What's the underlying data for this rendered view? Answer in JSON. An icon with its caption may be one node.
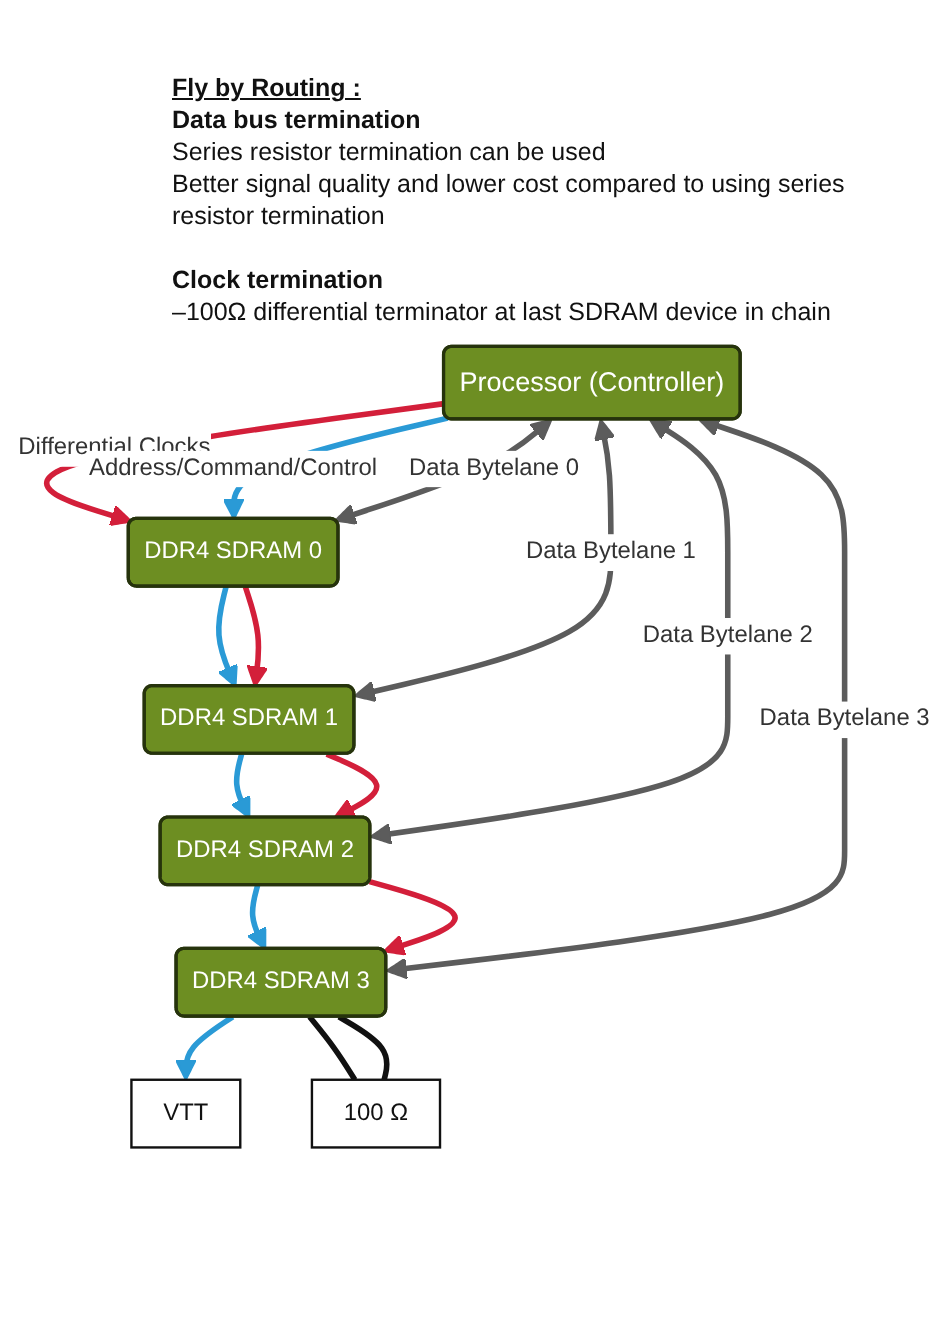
{
  "diagram": {
    "title": "Fly by Routing :",
    "nodes": [
      {
        "text": [
          "Processor (Controller)"
        ]
      },
      {
        "text": [
          "DDR4 SDRAM 0"
        ]
      },
      {
        "text": [
          "DDR4 SDRAM 1"
        ]
      },
      {
        "text": [
          "DDR4 SDRAM 2"
        ]
      },
      {
        "text": [
          "DDR4 SDRAM 3"
        ]
      },
      {
        "text": [
          "VTT"
        ]
      },
      {
        "text": [
          "100 Ω"
        ]
      }
    ],
    "edges": [
      {
        "from": 0,
        "to": 1,
        "arrow": "to",
        "label": "Differential Clocks",
        "color": "#d31f3a"
      },
      {
        "from": 0,
        "to": 1,
        "arrow": "to",
        "label": "Address/Command/Control",
        "color": "#2a9ad6"
      },
      {
        "from": 0,
        "to": 1,
        "arrow": "both",
        "label": "Data Bytelane 0",
        "color": "#5c5c5c"
      },
      {
        "from": 1,
        "to": 2,
        "arrow": "to",
        "color": "#2a9ad6"
      },
      {
        "from": 1,
        "to": 2,
        "arrow": "to",
        "color": "#d31f3a"
      },
      {
        "from": 0,
        "to": 2,
        "arrow": "both",
        "label": "Data Bytelane 1",
        "color": "#5c5c5c"
      },
      {
        "from": 2,
        "to": 3,
        "arrow": "to",
        "color": "#2a9ad6"
      },
      {
        "from": 2,
        "to": 3,
        "arrow": "to",
        "color": "#d31f3a"
      },
      {
        "from": 0,
        "to": 3,
        "arrow": "both",
        "label": "Data Bytelane 2",
        "color": "#5c5c5c"
      },
      {
        "from": 3,
        "to": 4,
        "arrow": "to",
        "color": "#2a9ad6"
      },
      {
        "from": 3,
        "to": 4,
        "arrow": "to",
        "color": "#d31f3a"
      },
      {
        "from": 0,
        "to": 4,
        "arrow": "both",
        "label": "Data Bytelane 3",
        "color": "#5c5c5c"
      },
      {
        "from": 4,
        "to": 5,
        "arrow": "to",
        "color": "#2a9ad6"
      },
      {
        "from": 4,
        "to": 6,
        "arrow": "none",
        "color": "#111111"
      },
      {
        "from": 4,
        "to": 6,
        "arrow": "none",
        "color": "#111111"
      }
    ],
    "labels": [
      "Data bus termination",
      "Series resistor termination can be used",
      "Better signal quality and lower cost compared to using series resistor termination",
      "Clock termination",
      "–100Ω differential terminator at last SDRAM device in chain"
    ]
  }
}
